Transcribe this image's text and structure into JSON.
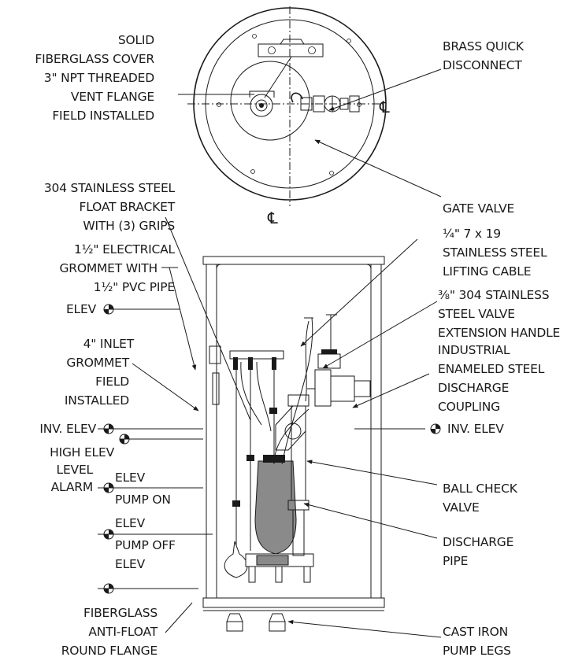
{
  "colors": {
    "ink": "#1a1a1a",
    "pump": "#8a8a8a",
    "background": "#ffffff"
  },
  "labels": {
    "cover_1": "SOLID",
    "cover_2": "FIBERGLASS COVER",
    "vent_1": "3\" NPT THREADED",
    "vent_2": "VENT FLANGE",
    "vent_3": "FIELD INSTALLED",
    "brass_1": "BRASS QUICK",
    "brass_2": "DISCONNECT",
    "gate_valve": "GATE VALVE",
    "centerline_symbol": "℄",
    "float_1": "304 STAINLESS STEEL",
    "float_2": "FLOAT BRACKET",
    "float_3": "WITH (3) GRIPS",
    "cable_1": "¼\" 7 x 19",
    "cable_2": "STAINLESS STEEL",
    "cable_3": "LIFTING CABLE",
    "grommet_1": "1½\" ELECTRICAL",
    "grommet_2": "GROMMET WITH",
    "grommet_3": "1½\" PVC PIPE",
    "handle_1": "⅜\" 304 STAINLESS",
    "handle_2": "STEEL VALVE",
    "handle_3": "EXTENSION HANDLE",
    "elev_top": "ELEV",
    "inlet_1": "4\" INLET",
    "inlet_2": "GROMMET",
    "inlet_3": "FIELD",
    "inlet_4": "INSTALLED",
    "coupling_1": "INDUSTRIAL",
    "coupling_2": "ENAMELED STEEL",
    "coupling_3": "DISCHARGE",
    "coupling_4": "COUPLING",
    "inv_elev_left": "INV. ELEV",
    "inv_elev_right": "INV. ELEV",
    "high_elev": "HIGH ELEV",
    "level_1": "LEVEL",
    "level_2": "ALARM",
    "elev_pump_on": "ELEV",
    "pump_on": "PUMP ON",
    "elev_pump_off": "ELEV",
    "pump_off": "PUMP OFF",
    "elev_bottom": "ELEV",
    "ball_1": "BALL CHECK",
    "ball_2": "VALVE",
    "disch_1": "DISCHARGE",
    "disch_2": "PIPE",
    "flange_1": "FIBERGLASS",
    "flange_2": "ANTI-FLOAT",
    "flange_3": "ROUND FLANGE",
    "legs_1": "CAST IRON",
    "legs_2": "PUMP LEGS"
  }
}
